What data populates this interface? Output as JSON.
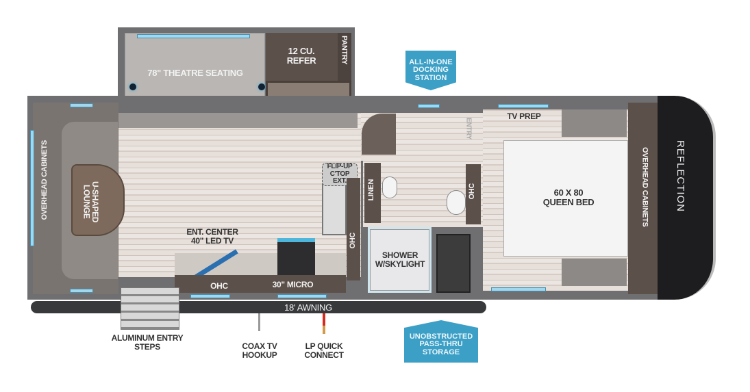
{
  "brand": "REFLECTION",
  "colors": {
    "accent": "#3c9fc6",
    "wall": "#6f6f71",
    "awning": "#38393b",
    "lp_line": "#d32b1f"
  },
  "rooms": {
    "theatre_seating": "78\" THEATRE SEATING",
    "refer": "12 CU. REFER",
    "pantry": "PANTRY",
    "overhead_left": "OVERHEAD CABINETS",
    "lounge": "U-SHAPED LOUNGE",
    "flip_up": "FLIP-UP C'TOP EXT.",
    "entry": "ENTRY",
    "tv_prep": "TV PREP",
    "linen": "LINEN",
    "ohc_bath": "OHC",
    "ohc_kitchen": "OHC",
    "ohc_entcenter": "OHC",
    "ent_center": "ENT. CENTER 40\" LED TV",
    "micro": "30\" MICRO",
    "shower": "SHOWER w/SKYLIGHT",
    "bed": "60 x 80 QUEEN BED",
    "overhead_right": "OVERHEAD CABINETS"
  },
  "exterior": {
    "awning": "18' AWNING",
    "steps": "ALUMINUM ENTRY STEPS",
    "coax": "COAX TV HOOKUP",
    "lp": "LP QUICK CONNECT",
    "docking": "ALL-IN-ONE DOCKING STATION",
    "storage": "UNOBSTRUCTED PASS-THRU STORAGE"
  }
}
